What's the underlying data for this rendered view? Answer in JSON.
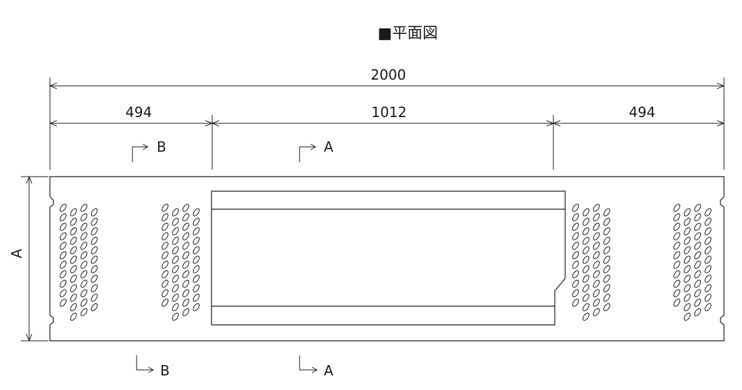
{
  "title": "■平面図",
  "dimensions": {
    "overall": "2000",
    "left": "494",
    "middle": "1012",
    "right": "494",
    "height": "A"
  },
  "section_marks": {
    "b_top": "B",
    "a_top": "A",
    "b_bottom": "B",
    "a_bottom": "A"
  },
  "colors": {
    "line": "#1a1a1a",
    "background": "#ffffff"
  }
}
